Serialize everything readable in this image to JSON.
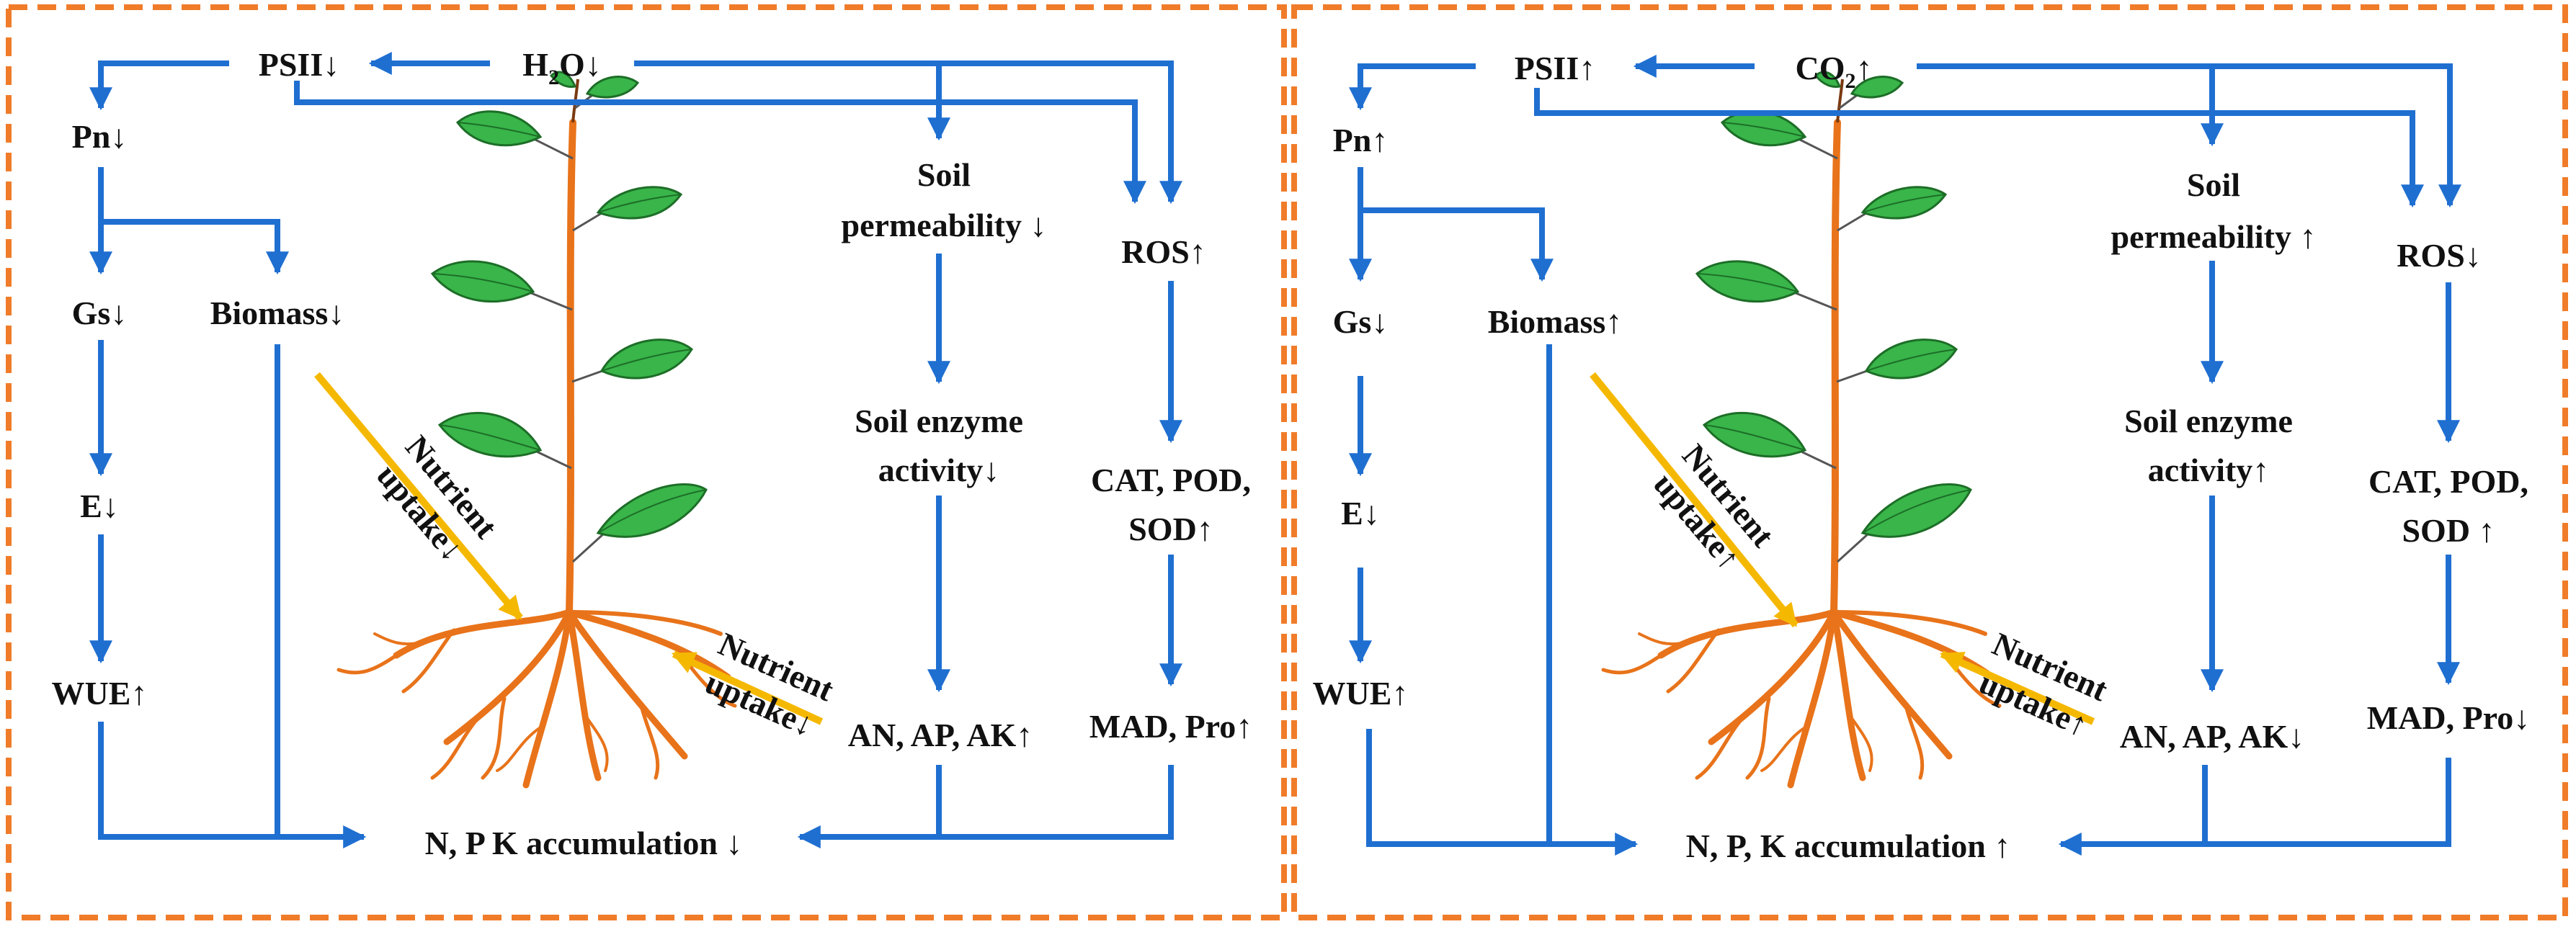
{
  "colors": {
    "arrow": "#1f6fd1",
    "border": "#f07c2a",
    "uptake_arrow": "#f5b800",
    "leaf": "#39b54a",
    "stem": "#e8731a"
  },
  "left_panel": {
    "psii": "PSII↓",
    "driver_pre": "H",
    "driver_sub": "2",
    "driver_post": "O↓",
    "pn": "Pn↓",
    "gs": "Gs↓",
    "e": "E↓",
    "wue": "WUE↑",
    "biomass": "Biomass↓",
    "soil_perm_1": "Soil",
    "soil_perm_2": "permeability ↓",
    "ros": "ROS↑",
    "enzyme_1": "Soil enzyme",
    "enzyme_2": "activity↓",
    "antiox_1": "CAT, POD,",
    "antiox_2": "SOD↑",
    "soil_nutr": "AN, AP, AK↑",
    "mad": "MAD, Pro↑",
    "accum": "N, P K accumulation ↓",
    "uptake1_1": "Nutrient",
    "uptake1_2": "uptake↓",
    "uptake2_1": "Nutrient",
    "uptake2_2": "uptake↓"
  },
  "right_panel": {
    "psii": "PSII↑",
    "driver_pre": "CO",
    "driver_sub": "2",
    "driver_post": "↑",
    "pn": "Pn↑",
    "gs": "Gs↓",
    "e": "E↓",
    "wue": "WUE↑",
    "biomass": "Biomass↑",
    "soil_perm_1": "Soil",
    "soil_perm_2": "permeability ↑",
    "ros": "ROS↓",
    "enzyme_1": "Soil enzyme",
    "enzyme_2": "activity↑",
    "antiox_1": "CAT, POD,",
    "antiox_2": "SOD ↑",
    "soil_nutr": "AN, AP, AK↓",
    "mad": "MAD, Pro↓",
    "accum": "N, P, K accumulation ↑",
    "uptake1_1": "Nutrient",
    "uptake1_2": "uptake↑",
    "uptake2_1": "Nutrient",
    "uptake2_2": "uptake↑"
  }
}
